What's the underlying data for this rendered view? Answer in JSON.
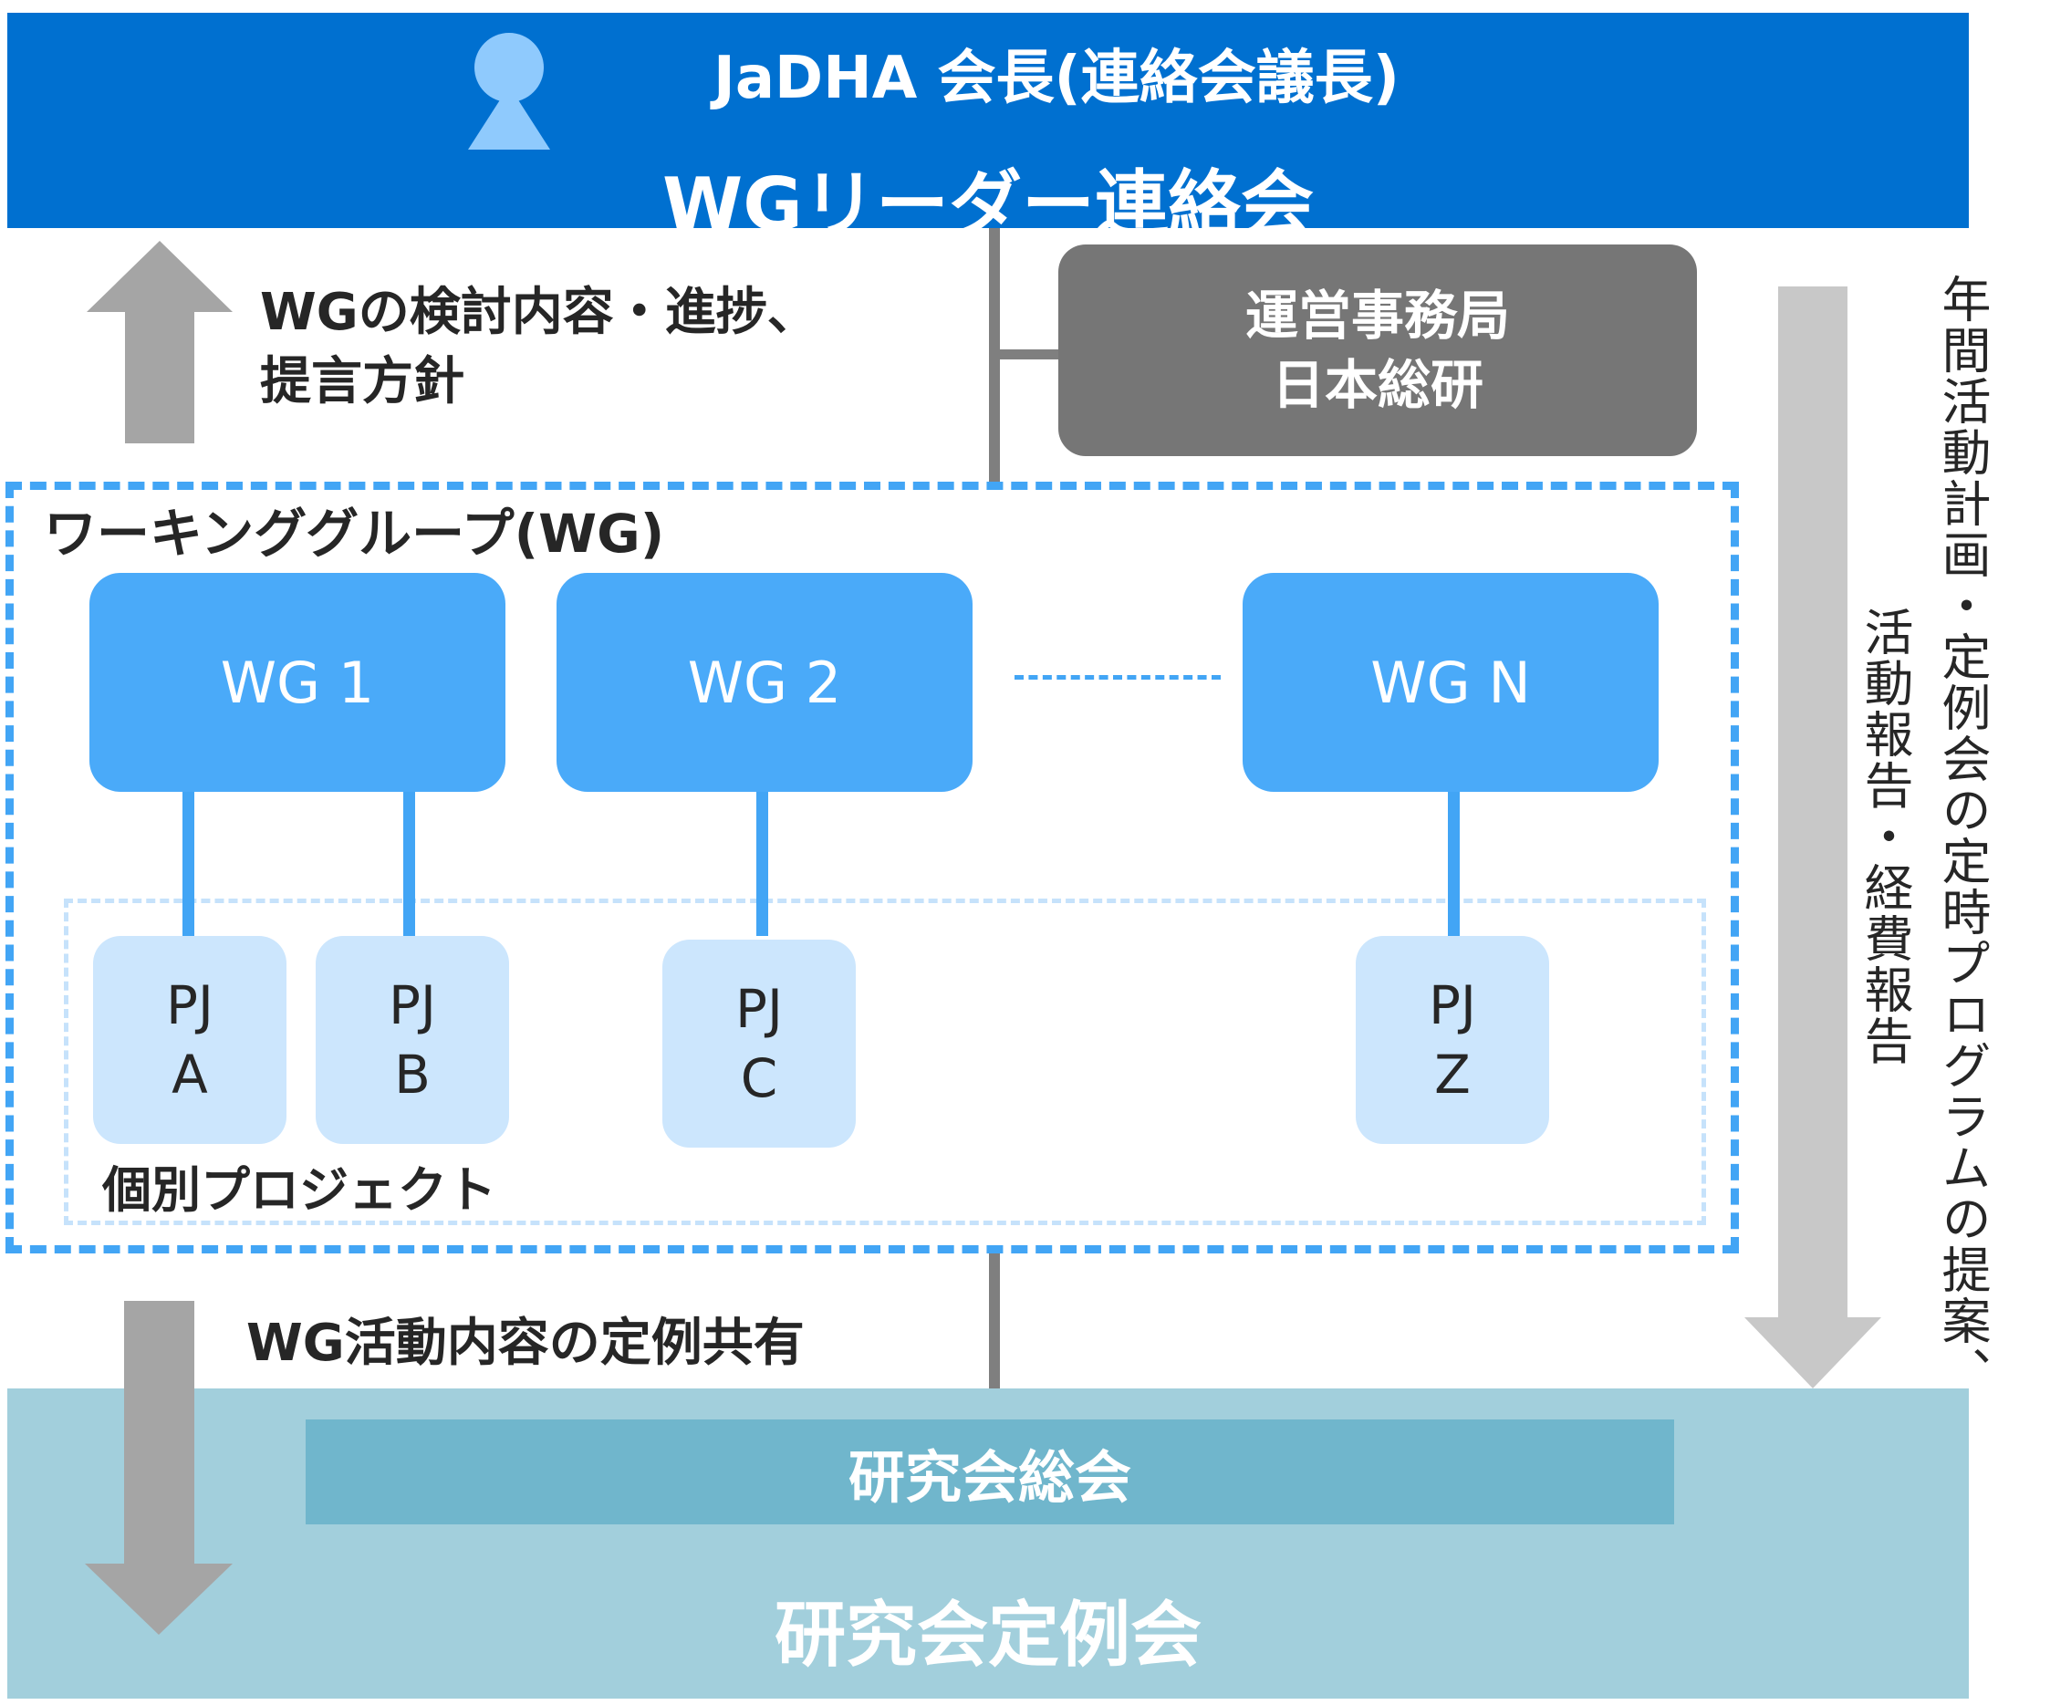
{
  "header": {
    "chair": "JaDHA 会長(連絡会議長)",
    "council": "WGリーダー連絡会"
  },
  "office": {
    "line1": "運営事務局",
    "line2": "日本総研"
  },
  "up_arrow_label": {
    "line1": "WGの検討内容・進捗、",
    "line2": "提言方針"
  },
  "wg_section": {
    "title": "ワーキンググループ(WG)",
    "groups": [
      "WG 1",
      "WG 2",
      "WG N"
    ],
    "projects_label": "個別プロジェクト",
    "projects": [
      {
        "l1": "PJ",
        "l2": "A"
      },
      {
        "l1": "PJ",
        "l2": "B"
      },
      {
        "l1": "PJ",
        "l2": "C"
      },
      {
        "l1": "PJ",
        "l2": "Z"
      }
    ]
  },
  "down_arrow_label": "WG活動内容の定例共有",
  "side_notes": {
    "right": "年間活動計画・定例会の定時プログラムの提案、",
    "left": "活動報告・経費報告"
  },
  "bottom": {
    "general_meeting": "研究会総会",
    "regular_meeting": "研究会定例会"
  },
  "colors": {
    "header_blue": "#0070d0",
    "wg_blue": "#4aaaf9",
    "pj_light": "#cce6fd",
    "office_gray": "#767676",
    "bottom_teal": "#a2cfdc",
    "general_teal": "#70b6cc"
  },
  "icons": [
    "person-icon",
    "up-arrow-icon",
    "down-arrow-icon"
  ]
}
